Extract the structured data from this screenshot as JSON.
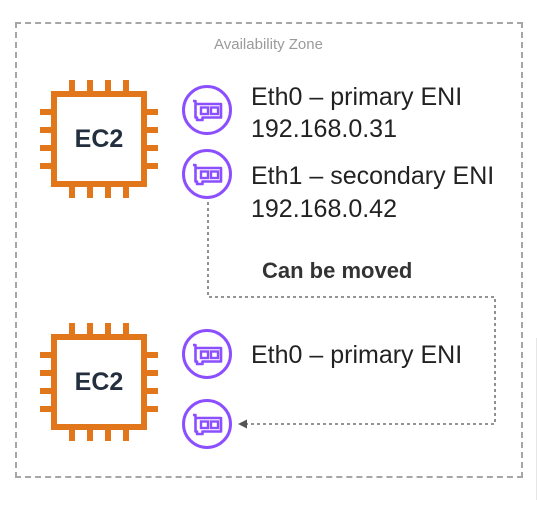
{
  "zone": {
    "label": "Availability Zone"
  },
  "instances": [
    {
      "label": "EC2"
    },
    {
      "label": "EC2"
    }
  ],
  "enis": [
    {
      "name": "Eth0 – primary ENI",
      "ip": "192.168.0.31"
    },
    {
      "name": "Eth1 – secondary ENI",
      "ip": "192.168.0.42"
    },
    {
      "name": "Eth0 – primary ENI"
    }
  ],
  "move_label": "Can be moved",
  "icons": {
    "instance": "ec2-chip-icon",
    "eni": "network-interface-icon"
  },
  "colors": {
    "ec2": "#E2761B",
    "eni": "#8C4FFF",
    "zone_border": "#A6A6A6",
    "text": "#222222"
  }
}
